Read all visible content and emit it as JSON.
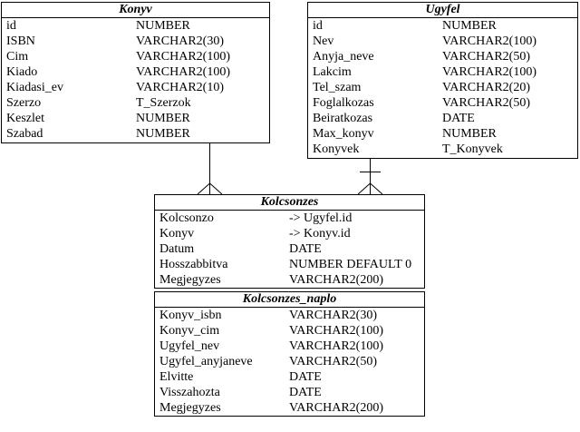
{
  "tables": {
    "konyv": {
      "title": "Konyv",
      "columns": [
        {
          "name": "id",
          "type": "NUMBER"
        },
        {
          "name": "ISBN",
          "type": "VARCHAR2(30)"
        },
        {
          "name": "Cim",
          "type": "VARCHAR2(100)"
        },
        {
          "name": "Kiado",
          "type": "VARCHAR2(100)"
        },
        {
          "name": "Kiadasi_ev",
          "type": "VARCHAR2(10)"
        },
        {
          "name": "Szerzo",
          "type": "T_Szerzok"
        },
        {
          "name": "Keszlet",
          "type": "NUMBER"
        },
        {
          "name": "Szabad",
          "type": "NUMBER"
        }
      ]
    },
    "ugyfel": {
      "title": "Ugyfel",
      "columns": [
        {
          "name": "id",
          "type": "NUMBER"
        },
        {
          "name": "Nev",
          "type": "VARCHAR2(100)"
        },
        {
          "name": "Anyja_neve",
          "type": "VARCHAR2(50)"
        },
        {
          "name": "Lakcim",
          "type": "VARCHAR2(100)"
        },
        {
          "name": "Tel_szam",
          "type": "VARCHAR2(20)"
        },
        {
          "name": "Foglalkozas",
          "type": "VARCHAR2(50)"
        },
        {
          "name": "Beiratkozas",
          "type": "DATE"
        },
        {
          "name": "Max_konyv",
          "type": "NUMBER"
        },
        {
          "name": "Konyvek",
          "type": "T_Konyvek"
        }
      ]
    },
    "kolcsonzes": {
      "title": "Kolcsonzes",
      "columns": [
        {
          "name": "Kolcsonzo",
          "type": "-> Ugyfel.id"
        },
        {
          "name": "Konyv",
          "type": "-> Konyv.id"
        },
        {
          "name": "Datum",
          "type": "DATE"
        },
        {
          "name": "Hosszabbitva",
          "type": "NUMBER DEFAULT 0"
        },
        {
          "name": "Megjegyzes",
          "type": "VARCHAR2(200)"
        }
      ]
    },
    "kolcsonzes_naplo": {
      "title": "Kolcsonzes_naplo",
      "columns": [
        {
          "name": "Konyv_isbn",
          "type": "VARCHAR2(30)"
        },
        {
          "name": "Konyv_cim",
          "type": "VARCHAR2(100)"
        },
        {
          "name": "Ugyfel_nev",
          "type": "VARCHAR2(100)"
        },
        {
          "name": "Ugyfel_anyjaneve",
          "type": "VARCHAR2(50)"
        },
        {
          "name": "Elvitte",
          "type": "DATE"
        },
        {
          "name": "Visszahozta",
          "type": "DATE"
        },
        {
          "name": "Megjegyzes",
          "type": "VARCHAR2(200)"
        }
      ]
    }
  },
  "relationships": [
    {
      "from": "Konyv",
      "to": "Kolcsonzes",
      "type": "one-to-many"
    },
    {
      "from": "Ugyfel",
      "to": "Kolcsonzes",
      "type": "one-to-many"
    }
  ]
}
